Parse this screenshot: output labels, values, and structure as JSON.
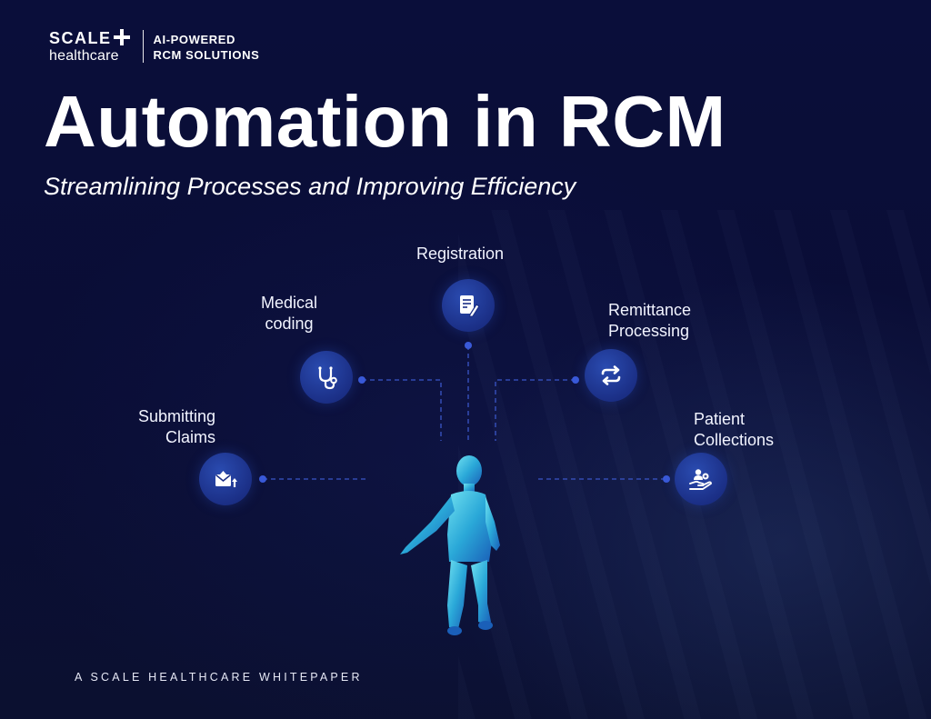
{
  "logo": {
    "brand_name": "SCALE",
    "brand_sub": "healthcare",
    "tagline_line1": "AI-POWERED",
    "tagline_line2": "RCM SOLUTIONS"
  },
  "title": "Automation in RCM",
  "subtitle": "Streamlining Processes and Improving Efficiency",
  "steps": {
    "registration": {
      "label": "Registration",
      "icon": "document-pen-icon"
    },
    "medical_coding": {
      "label_line1": "Medical",
      "label_line2": "coding",
      "icon": "stethoscope-icon"
    },
    "remittance_processing": {
      "label_line1": "Remittance",
      "label_line2": "Processing",
      "icon": "refresh-arrows-icon"
    },
    "submitting_claims": {
      "label_line1": "Submitting",
      "label_line2": "Claims",
      "icon": "envelope-upload-icon"
    },
    "patient_collections": {
      "label_line1": "Patient",
      "label_line2": "Collections",
      "icon": "hand-care-icon"
    }
  },
  "footer": "A SCALE HEALTHCARE WHITEPAPER",
  "colors": {
    "background": "#0a0e3a",
    "node_fill": "#1b2f86",
    "connector": "#3a56c8",
    "figure": "#2aa8d8"
  }
}
